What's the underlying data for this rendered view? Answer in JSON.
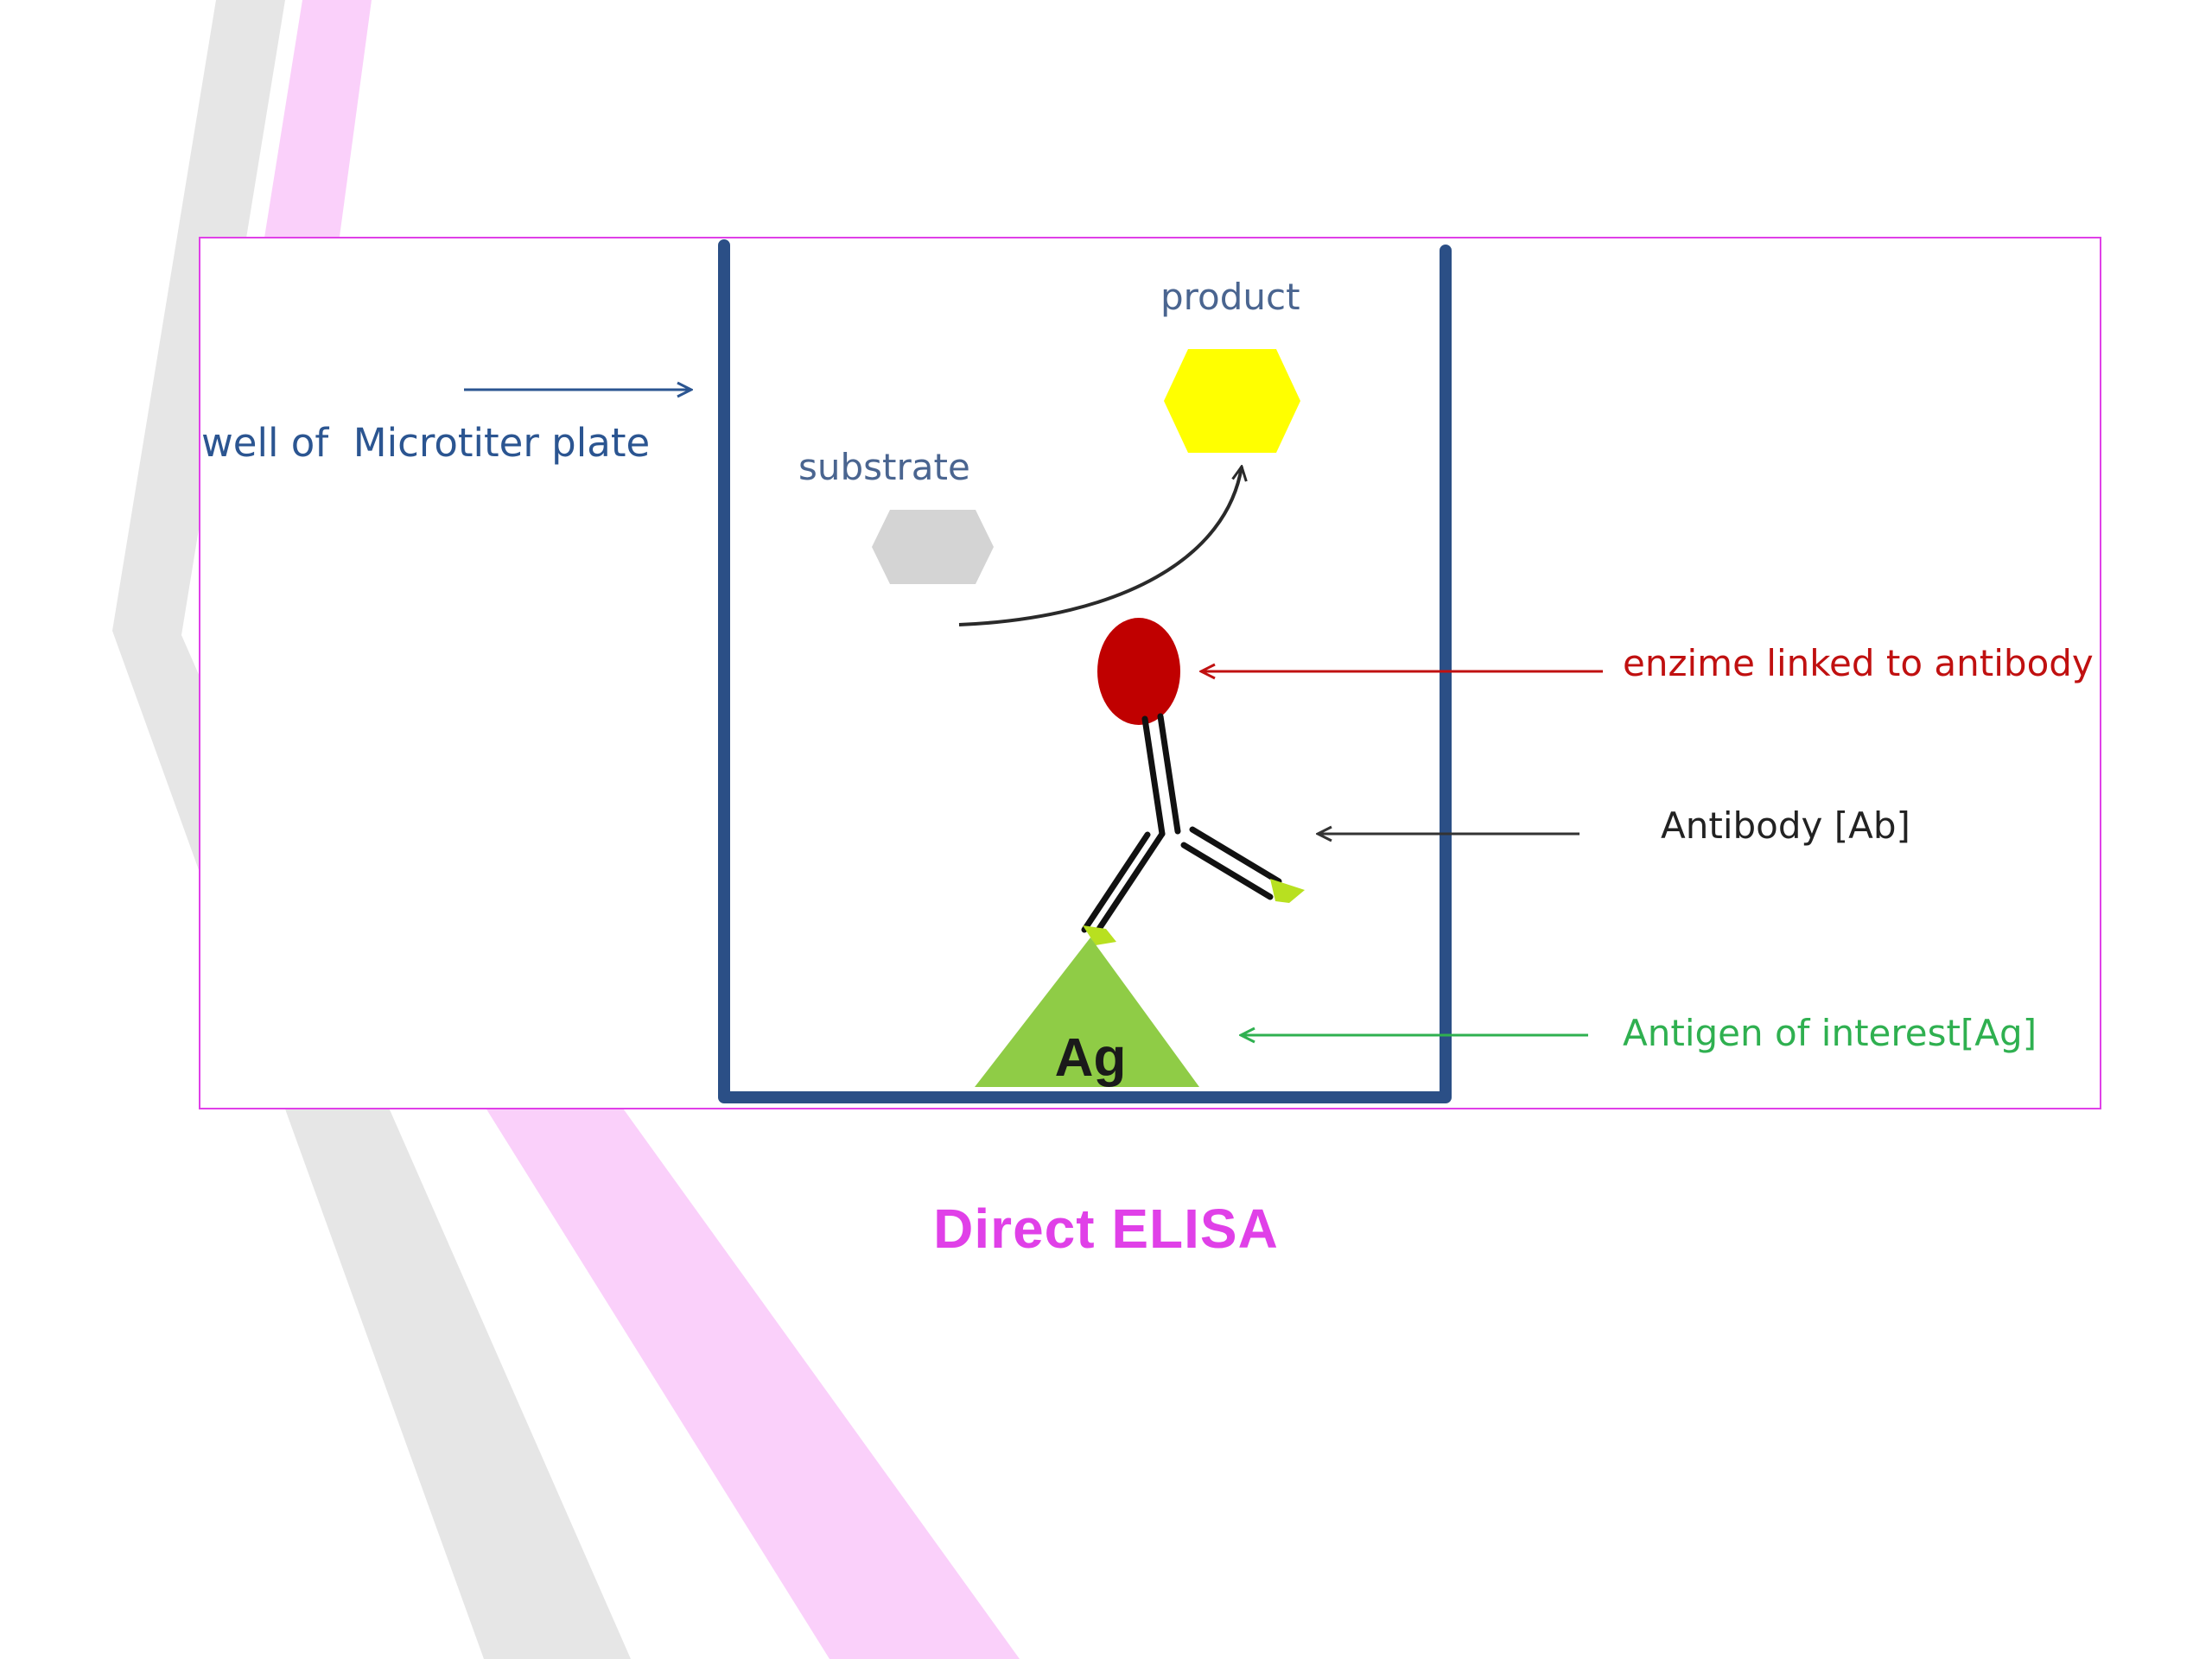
{
  "diagram": {
    "labels": {
      "well": "well of  Microtiter plate",
      "product": "product",
      "substrate": "substrate",
      "enzyme": "enzime linked to antibody",
      "antibody": "Antibody [Ab]",
      "antigen": "Antigen of interest[Ag]",
      "ag_symbol": "Ag"
    },
    "colors": {
      "frame": "#e040e8",
      "well_wall": "#2b4f86",
      "well_label": "#2b5591",
      "product_label": "#4a6590",
      "substrate_label": "#4a6590",
      "product_hexagon": "#ffff00",
      "substrate_hexagon": "#d4d4d4",
      "enzyme": "#c00000",
      "enzyme_label": "#c01010",
      "antibody_label": "#222222",
      "antigen_fill": "#8fcc46",
      "antigen_label": "#2fb050",
      "ag_symbol": "#1a1a1a",
      "binding_tip": "#b8e020"
    }
  },
  "caption": {
    "text": "Direct ELISA",
    "color": "#e040e8"
  },
  "background": {
    "band_colors": [
      "#e6e6e6",
      "#fad0fa"
    ]
  }
}
